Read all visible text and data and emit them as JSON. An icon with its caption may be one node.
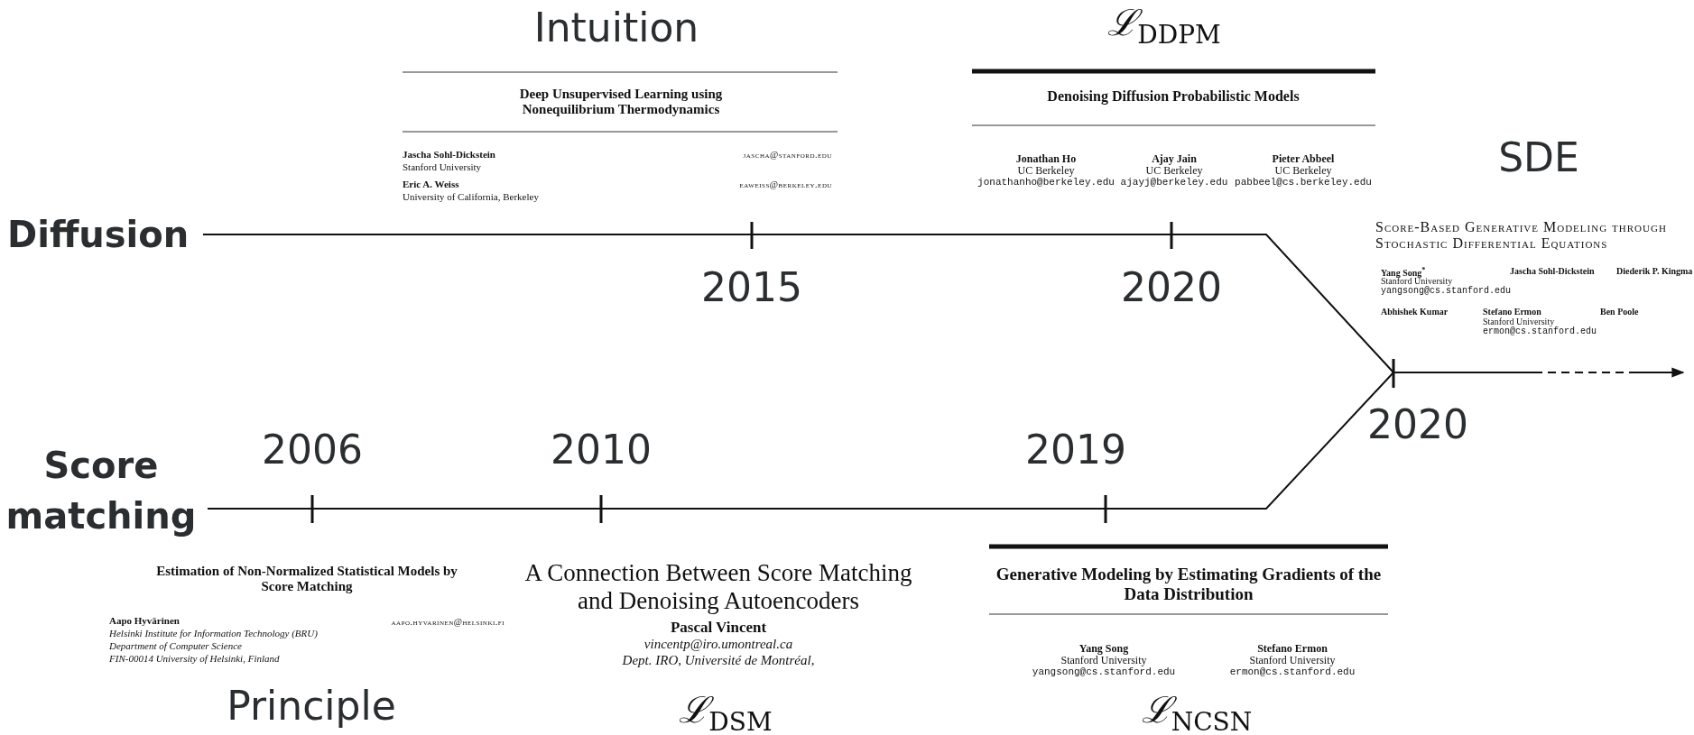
{
  "diagram": {
    "labels": [
      "Intuition",
      "ℒ$_{DDPM}$",
      "Deep Unsupervised Learning using Nonequilibrium Thermodynamics",
      "Denoising Diffusion Probabilistic Models",
      "Jascha Sohl-Dickstein",
      "jascha@stanford.edu",
      "Stanford University",
      "Jonathan Ho",
      "UC Berkeley",
      "jonathanho@berkeley.edu",
      "Ajay Jain",
      "UC Berkeley",
      "ajayj@berkeley.edu",
      "Pieter Abbeel",
      "UC Berkeley",
      "pabbeel@cs.berkeley.edu",
      "SDE",
      "Eric A. Weiss",
      "eaweiss@berkeley.edu",
      "University of California, Berkeley",
      "Diffusion",
      "Score-Based Generative Modeling through Stochastic Differential Equations",
      "2015",
      "2020",
      "Yang Song$^{*}$",
      "Stanford University",
      "yangsong@cs.stanford.edu",
      "Jascha Sohl-Dickstein",
      "Diederik P. Kingma",
      "Abhishek Kumar",
      "Stefano Ermon",
      "Stanford University",
      "ermon@cs.stanford.edu",
      "Ben Poole",
      "2020",
      "2006",
      "2010",
      "2019",
      "Score matching",
      "Estimation of Non-Normalized Statistical Models by Score Matching",
      "A Connection Between Score Matching and Denoising Autoencoders",
      "Generative Modeling by Estimating Gradients of the Data Distribution",
      "Aapo Hyvärinen",
      "aapo.hyvarinen@helsinki.fi",
      "Helsinki Institute for Information Technology (BRU)",
      "Department of Computer Science",
      "FIN-00014 University of Helsinki, Finland",
      "Pascal Vincent",
      "vincentp@iro.umontreal.ca",
      "Dept. IRO, Université de Montréal,",
      "Yang Song",
      "Stanford University",
      "yangsong@cs.stanford.edu",
      "Stefano Ermon",
      "Stanford University",
      "ermon@cs.stanford.edu",
      "Principle",
      "ℒ$_{DSM}$",
      "ℒ$_{NCSN}$"
    ]
  }
}
